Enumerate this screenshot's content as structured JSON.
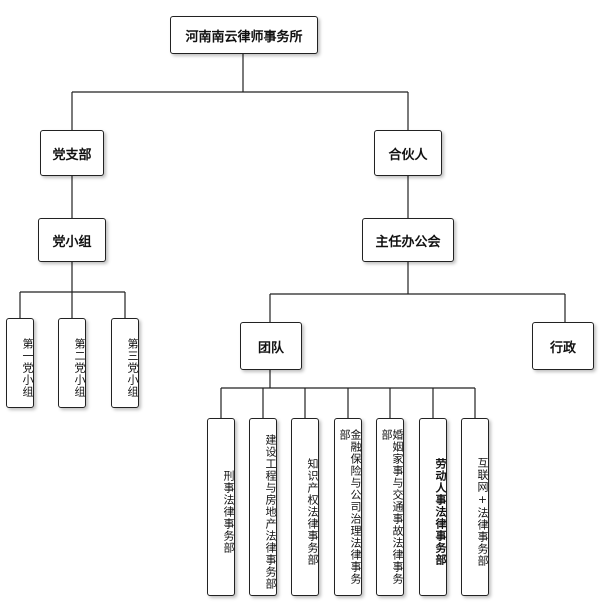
{
  "root": "河南南云律师事务所",
  "branches": {
    "party": "党支部",
    "party_group": "党小组",
    "groups": [
      "第一党小组",
      "第二党小组",
      "第三党小组"
    ],
    "partner": "合伙人",
    "meeting": "主任办公会",
    "team": "团队",
    "admin": "行政",
    "departments": [
      "刑事法律事务部",
      "建设工程与房地产法律事务部",
      "知识产权法律事务部",
      "金融保险与公司治理法律事务部",
      "婚姻家事与交通事故法律事务部",
      "劳动人事法律事务部",
      "互联网+法律事务部"
    ]
  }
}
